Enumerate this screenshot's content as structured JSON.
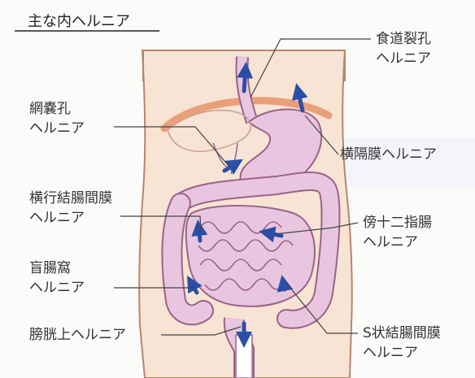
{
  "title": "主な内ヘルニア",
  "labels": {
    "esophageal": [
      "食道裂孔",
      "ヘルニア"
    ],
    "diaphragmatic": "横隔膜ヘルニア",
    "foramen": [
      "網嚢孔",
      "ヘルニア"
    ],
    "transverse": [
      "横行結腸間膜",
      "ヘルニア"
    ],
    "paraduodenal": [
      "傍十二指腸",
      "ヘルニア"
    ],
    "cecal": [
      "盲腸窩",
      "ヘルニア"
    ],
    "supravesical": "膀胱上ヘルニア",
    "sigmoid": [
      "S状結腸間膜",
      "ヘルニア"
    ]
  },
  "colors": {
    "skin": "#f7e4d4",
    "outline": "#b5876e",
    "intestine": "#e9c6e0",
    "intestine_edge": "#9c6288",
    "arrow": "#2a4fa6",
    "diaphragm": "#e9a07a",
    "leader": "#444444"
  }
}
